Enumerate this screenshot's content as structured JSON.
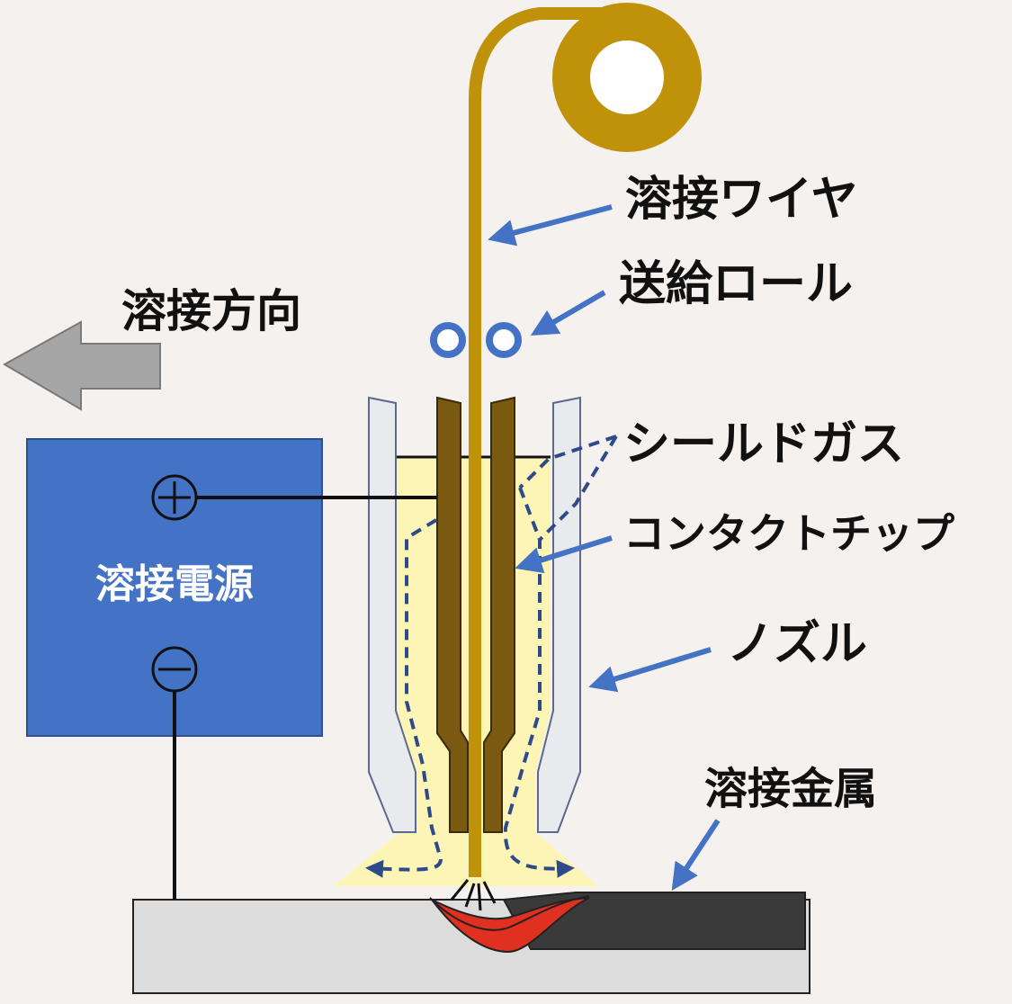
{
  "labels": {
    "welding_wire": "溶接ワイヤ",
    "feed_roll": "送給ロール",
    "welding_direction": "溶接方向",
    "shield_gas": "シールドガス",
    "contact_tip": "コンタクトチップ",
    "nozzle": "ノズル",
    "weld_metal": "溶接金属",
    "power_source": "溶接電源"
  },
  "icons": {
    "plus_terminal": "plus-terminal-icon",
    "minus_terminal": "minus-terminal-icon",
    "direction_arrow": "left-arrow-icon"
  },
  "colors": {
    "background": "#f5f1ee",
    "wire": "#c0920a",
    "arrow": "#4472c4",
    "power_box": "#4472c4",
    "contact_tip": "#7a5a10",
    "nozzle": "#e6e8ec",
    "shield_gas": "#fdf5b6",
    "weld_metal": "#e03020",
    "base_metal": "#dcdcdc",
    "workpiece_dark": "#3a3a3a",
    "direction_arrow": "#a6a6a6"
  }
}
